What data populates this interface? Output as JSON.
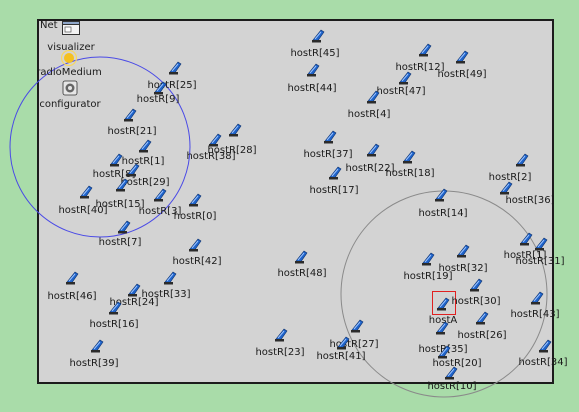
{
  "network": {
    "label": "Net"
  },
  "modules": [
    {
      "id": "visualizer",
      "label": "visualizer",
      "icon": "sun-glow-icon"
    },
    {
      "id": "radioMedium",
      "label": "radioMedium",
      "icon": "radio-medium-icon"
    },
    {
      "id": "configurator",
      "label": "configurator",
      "icon": "gear-icon"
    }
  ],
  "hosts": [
    "hostR[45]",
    "hostR[44]",
    "hostR[12]",
    "hostR[49]",
    "hostR[47]",
    "hostR[4]",
    "hostR[25]",
    "hostR[9]",
    "hostR[21]",
    "hostR[1]",
    "hostR[8]",
    "hostR[29]",
    "hostR[38]",
    "hostR[28]",
    "hostR[40]",
    "hostR[15]",
    "hostR[3]",
    "hostR[0]",
    "hostR[7]",
    "hostR[37]",
    "hostR[22]",
    "hostR[18]",
    "hostR[17]",
    "hostR[2]",
    "hostR[36]",
    "hostR[14]",
    "hostR[42]",
    "hostR[48]",
    "hostR[32]",
    "hostR[19]",
    "hostR[1]",
    "hostR[31]",
    "hostR[46]",
    "hostR[24]",
    "hostR[33]",
    "hostR[30]",
    "hostA",
    "hostR[43]",
    "hostR[16]",
    "hostR[26]",
    "hostR[27]",
    "hostR[41]",
    "hostR[23]",
    "hostR[35]",
    "hostR[20]",
    "hostR[39]",
    "hostR[34]",
    "hostR[10]"
  ],
  "colors": {
    "canvas": "#d3d3d3",
    "background": "#a9dca9",
    "range_blue": "#4a4ae6",
    "range_gray": "#8a8a8a",
    "selection": "#e02020"
  }
}
